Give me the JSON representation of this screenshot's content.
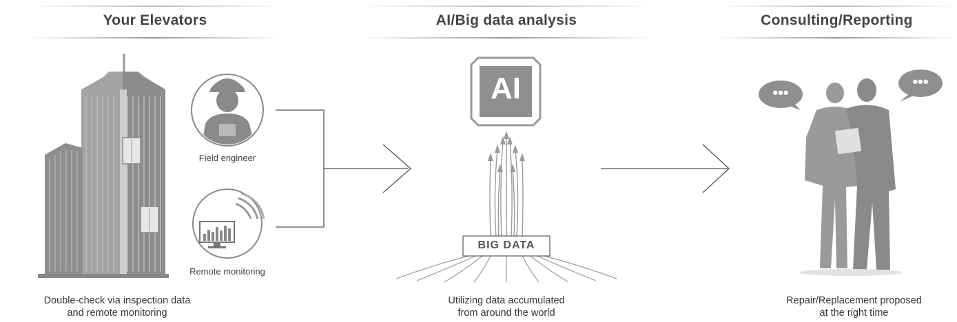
{
  "columns": {
    "elevators": {
      "title": "Your Elevators",
      "caption_line1": "Double-check via inspection data",
      "caption_line2": "and remote monitoring"
    },
    "analysis": {
      "title": "AI/Big data analysis",
      "caption_line1": "Utilizing data accumulated",
      "caption_line2": "from around the world"
    },
    "consulting": {
      "title": "Consulting/Reporting",
      "caption_line1": "Repair/Replacement proposed",
      "caption_line2": "at the right time"
    }
  },
  "sources": {
    "field_engineer": "Field engineer",
    "remote_monitoring": "Remote monitoring"
  },
  "chip_label": "AI",
  "big_data_label": "BIG DATA",
  "colors": {
    "gray": "#9a9a9a",
    "dark_gray": "#7f7f7f",
    "line": "#555555"
  }
}
